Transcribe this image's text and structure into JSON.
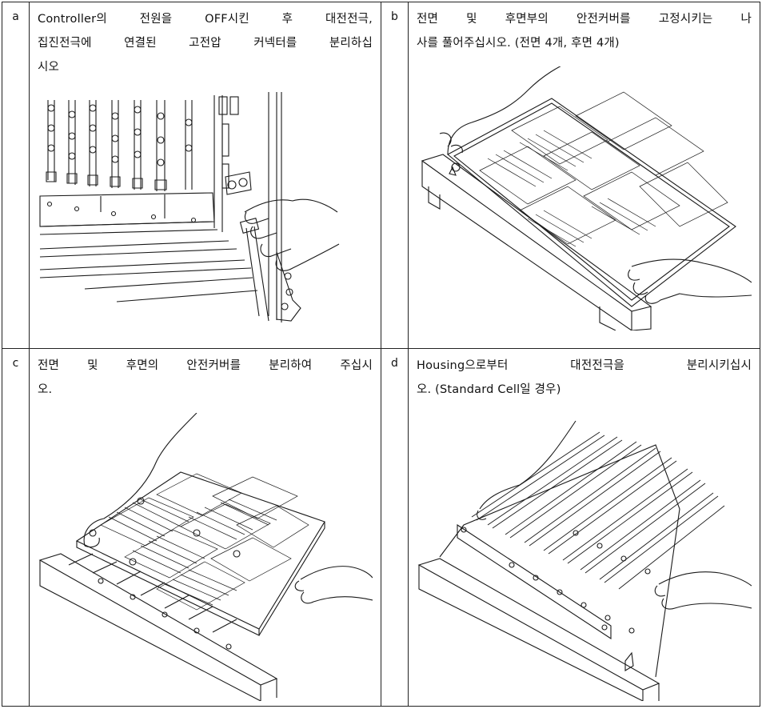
{
  "steps": [
    {
      "letter": "a",
      "lines": [
        "Controller의 전원을 OFF시킨 후 대전전극,",
        "집진전극에 연결된 고전압 커넥터를 분리하십",
        "시오"
      ]
    },
    {
      "letter": "b",
      "lines": [
        "전면 및 후면부의 안전커버를 고정시키는 나",
        "사를 풀어주십시오. (전면 4개, 후면 4개)"
      ]
    },
    {
      "letter": "c",
      "lines": [
        "전면 및 후면의 안전커버를 분리하여 주십시",
        "오."
      ]
    },
    {
      "letter": "d",
      "lines": [
        "Housing으로부터 대전전극을 분리시키십시",
        "오. (Standard Cell일 경우)"
      ]
    }
  ],
  "colors": {
    "border": "#222222",
    "line": "#1a1a1a",
    "background": "#ffffff"
  }
}
